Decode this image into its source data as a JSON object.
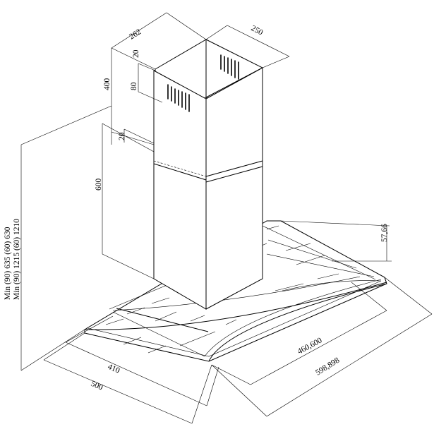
{
  "drawing": {
    "subject": "chimney cooker hood dimension drawing",
    "dimensions": {
      "chimney_depth": "262",
      "chimney_width": "250",
      "top_offset": "20",
      "upper_chimney_height": "400",
      "vent_height": "80",
      "overlap": "20",
      "lower_chimney_height": "600",
      "canopy_thickness": "57,66",
      "glass_depth_inner": "460,600",
      "glass_depth_outer": "598,898",
      "width_inner": "410",
      "width_outer": "500",
      "total_height_line1": "Min (90) 635 (60) 630",
      "total_height_line2": "Min (90) 1215 (60) 1210"
    }
  }
}
